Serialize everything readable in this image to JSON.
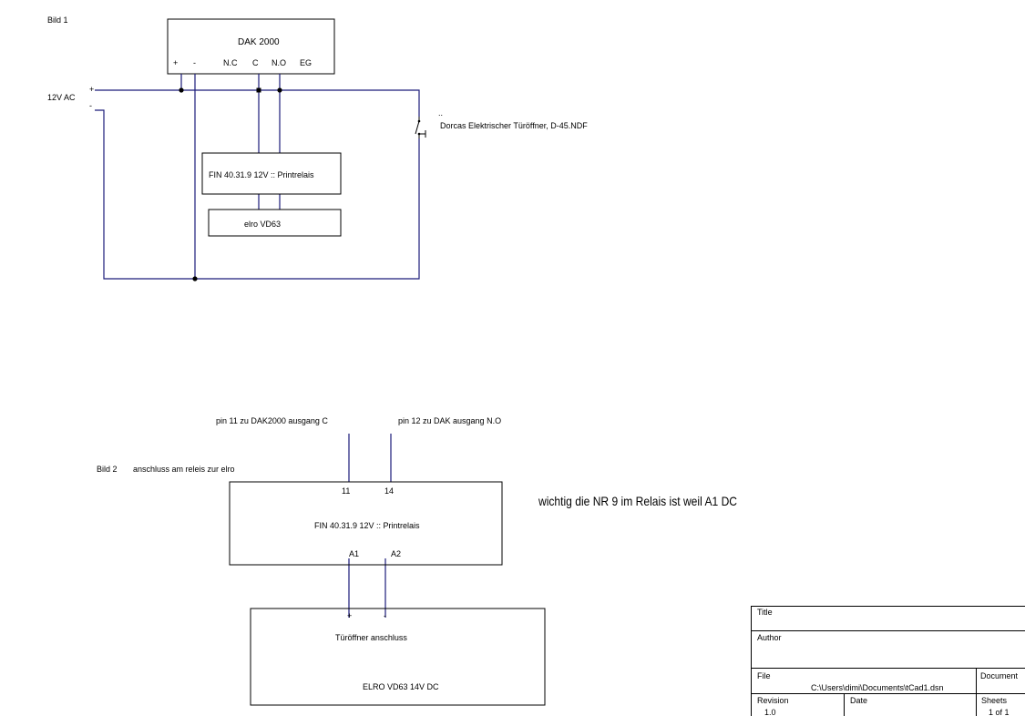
{
  "diagram1": {
    "label": "Bild 1",
    "dak": {
      "name": "DAK 2000",
      "terminals": [
        "+",
        "-",
        "N.C",
        "C",
        "N.O",
        "EG"
      ]
    },
    "supply": {
      "label": "12V AC",
      "plus": "+",
      "minus": "-"
    },
    "relay": "FIN 40.31.9 12V :: Printrelais",
    "elro": "elro VD63",
    "opener": {
      "caption": "Dorcas Elektrischer Türöffner, D-45.NDF",
      "mark": ".."
    }
  },
  "diagram2": {
    "label": "Bild 2",
    "subtitle": "anschluss am releis zur elro",
    "pin11_label": "pin 11 zu DAK2000 ausgang C",
    "pin12_label": "pin 12 zu DAK ausgang N.O",
    "relay": {
      "name": "FIN 40.31.9 12V :: Printrelais",
      "pins": {
        "p11": "11",
        "p14": "14",
        "a1": "A1",
        "a2": "A2"
      }
    },
    "elro": {
      "plus": "+",
      "minus": "-",
      "door_label": "Türöffner anschluss",
      "name": "ELRO VD63  14V DC"
    },
    "note": "wichtig die NR 9 im Relais ist weil A1 DC"
  },
  "title_block": {
    "title_label": "Title",
    "author_label": "Author",
    "file_label": "File",
    "file_value": "C:\\Users\\dimi\\Documents\\tCad1.dsn",
    "document_label": "Document",
    "revision_label": "Revision",
    "revision_value": "1.0",
    "date_label": "Date",
    "sheets_label": "Sheets",
    "sheets_value": "1 of 1"
  },
  "colors": {
    "wire": "#1c1c7a",
    "outline": "#000000",
    "background": "#ffffff"
  }
}
